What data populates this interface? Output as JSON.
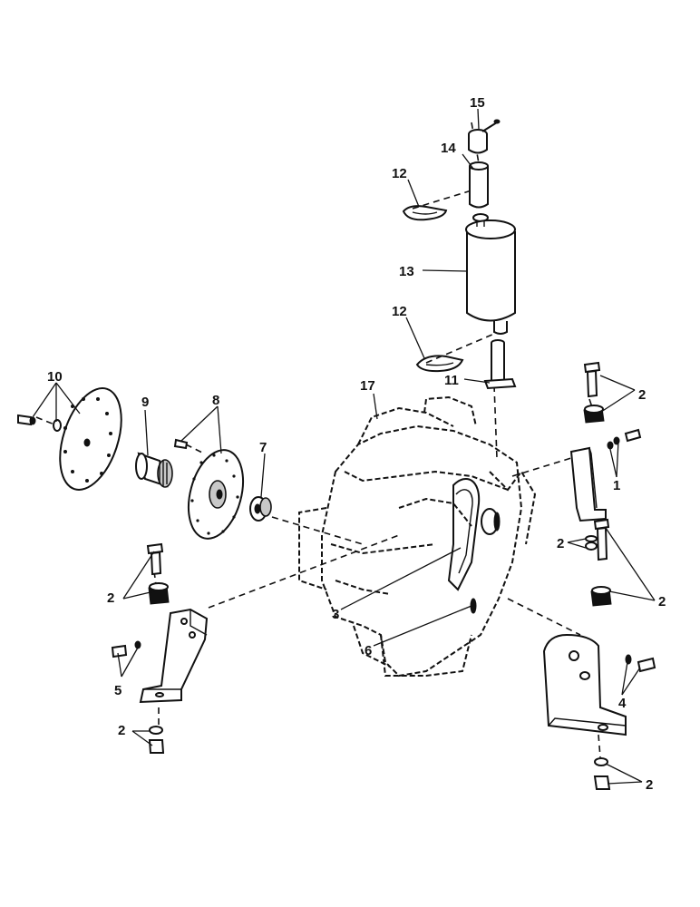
{
  "diagram": {
    "callouts": {
      "c1": "1",
      "c2a": "2",
      "c2b": "2",
      "c2c": "2",
      "c2d": "2",
      "c2e": "2",
      "c2f": "2",
      "c3": "3",
      "c4": "4",
      "c5": "5",
      "c6": "6",
      "c7": "7",
      "c8": "8",
      "c9": "9",
      "c10": "10",
      "c11": "11",
      "c12a": "12",
      "c12b": "12",
      "c13": "13",
      "c14": "14",
      "c15": "15",
      "c17": "17"
    }
  }
}
